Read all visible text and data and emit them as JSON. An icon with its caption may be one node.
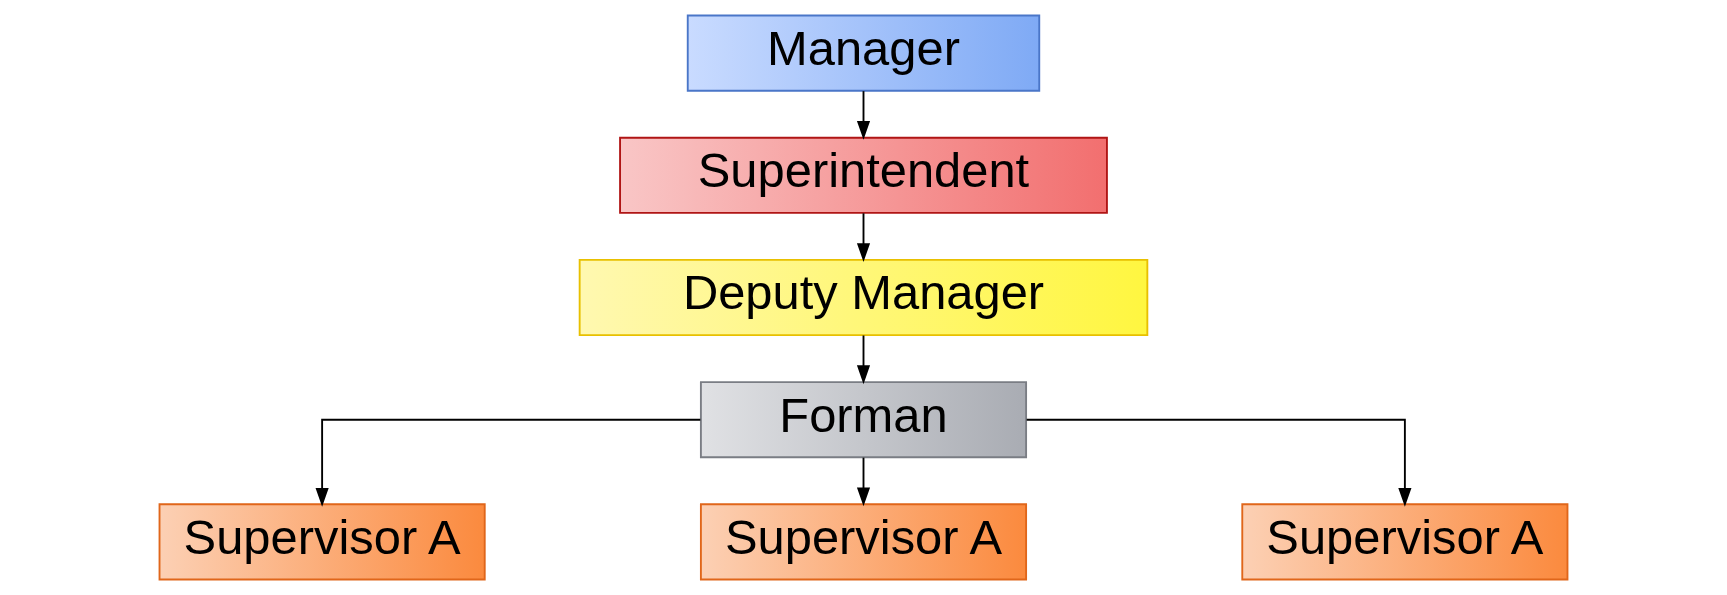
{
  "diagram": {
    "nodes": [
      {
        "text": [
          "Manager"
        ]
      },
      {
        "text": [
          "Superintendent"
        ]
      },
      {
        "text": [
          "Deputy Manager"
        ]
      },
      {
        "text": [
          "Forman"
        ]
      },
      {
        "text": [
          "Supervisor A"
        ]
      },
      {
        "text": [
          "Supervisor A"
        ]
      },
      {
        "text": [
          "Supervisor A"
        ]
      }
    ],
    "edges": [
      {
        "from": 0,
        "to": 1,
        "arrow": "to"
      },
      {
        "from": 1,
        "to": 2,
        "arrow": "to"
      },
      {
        "from": 2,
        "to": 3,
        "arrow": "to"
      },
      {
        "from": 3,
        "to": 4,
        "arrow": "to"
      },
      {
        "from": 3,
        "to": 5,
        "arrow": "to"
      },
      {
        "from": 3,
        "to": 6,
        "arrow": "to"
      }
    ]
  }
}
